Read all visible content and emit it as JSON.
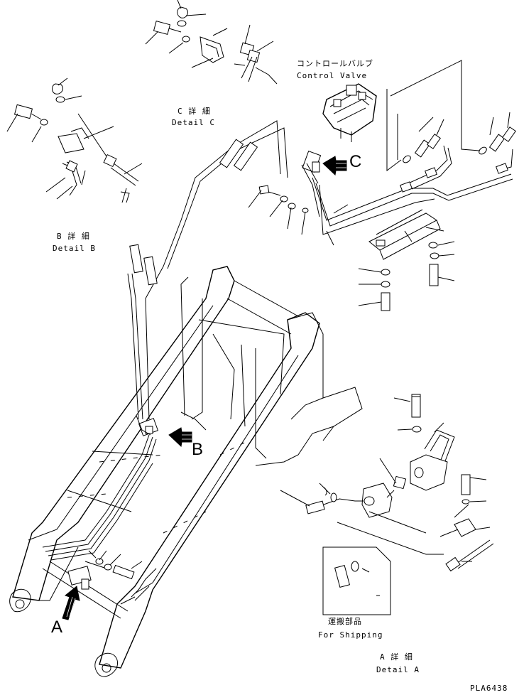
{
  "labels": {
    "control_valve_jp": "コントロールバルブ",
    "control_valve_en": "Control Valve",
    "detail_c_jp": "C 詳 細",
    "detail_c_en": "Detail C",
    "detail_b_jp": "B 詳 細",
    "detail_b_en": "Detail B",
    "detail_a_jp": "A 詳 細",
    "detail_a_en": "Detail A",
    "shipping_jp": "運搬部品",
    "shipping_en": "For Shipping",
    "arrow_a": "A",
    "arrow_b": "B",
    "arrow_c": "C",
    "drawing_code": "PLA6438"
  }
}
